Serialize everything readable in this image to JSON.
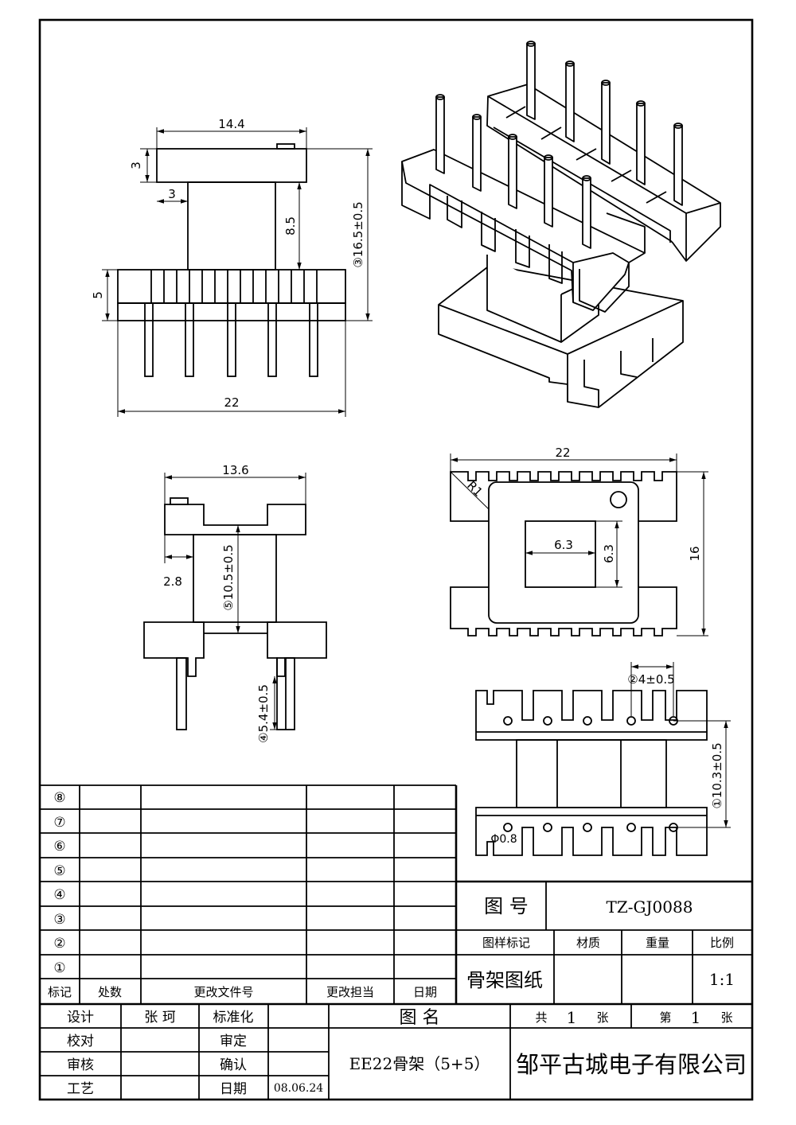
{
  "dimensions": {
    "front_top_width": "14.4",
    "front_flange_thickness": "3",
    "front_flange_offset": "3",
    "front_core_height": "8.5",
    "front_total_height": "③16.5±0.5",
    "front_base_height": "5",
    "front_base_width": "22",
    "side_top_width": "13.6",
    "side_offset": "2.8",
    "side_window_height": "⑤10.5±0.5",
    "side_pin_length": "④5.4±0.5",
    "top_width": "22",
    "top_radius": "R1",
    "top_core_width": "6.3",
    "top_core_depth": "6.3",
    "top_depth": "16",
    "pin_pitch": "②4±0.5",
    "pin_row_spacing": "①10.3±0.5",
    "pin_diameter": "Φ0.8"
  },
  "revision_table": {
    "rows": [
      "⑧",
      "⑦",
      "⑥",
      "⑤",
      "④",
      "③",
      "②",
      "①"
    ],
    "headers": [
      "标记",
      "处数",
      "更改文件号",
      "更改担当",
      "日期"
    ]
  },
  "title_block": {
    "drawing_no_label": "图 号",
    "drawing_no": "TZ-GJ0088",
    "sample_mark_label": "图样标记",
    "material_label": "材质",
    "weight_label": "重量",
    "scale_label": "比例",
    "doc_type": "骨架图纸",
    "scale": "1:1",
    "design_label": "设计",
    "designer": "张 珂",
    "standardize_label": "标准化",
    "drawing_name_label": "图 名",
    "total_prefix": "共",
    "total_sheets": "1",
    "sheet_suffix": "张",
    "page_prefix": "第",
    "page_no": "1",
    "page_suffix": "张",
    "check_label": "校对",
    "review_label": "审定",
    "audit_label": "审核",
    "confirm_label": "确认",
    "process_label": "工艺",
    "date_label": "日期",
    "date": "08.06.24",
    "part_name": "EE22骨架（5+5）",
    "company": "邹平古城电子有限公司"
  }
}
